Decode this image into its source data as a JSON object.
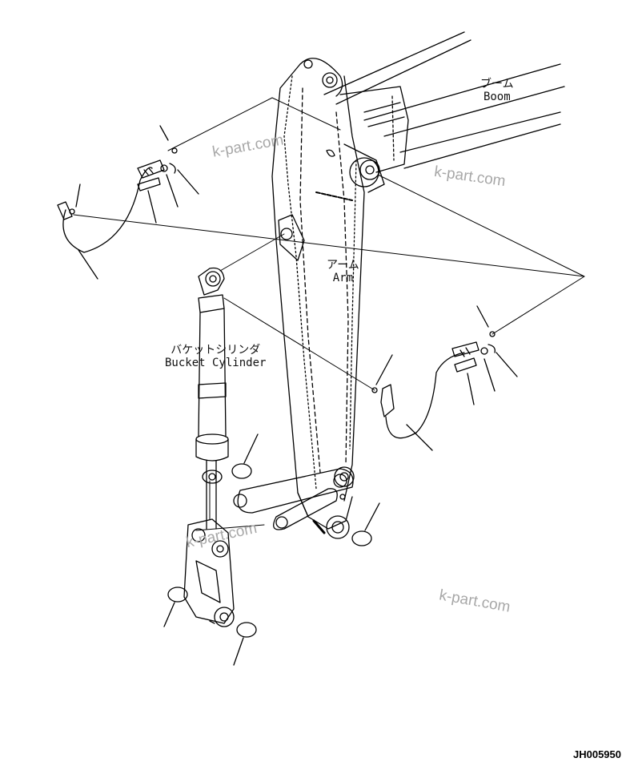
{
  "labels": {
    "boom_jp": "ブーム",
    "boom_en": "Boom",
    "arm_jp": "アーム",
    "arm_en": "Arm",
    "bucket_cylinder_jp": "バケットシリンダ",
    "bucket_cylinder_en": "Bucket Cylinder"
  },
  "watermarks": [
    "k-part.com",
    "k-part.com",
    "k-part.com",
    "k-part.com"
  ],
  "drawing_code": "JH005950"
}
